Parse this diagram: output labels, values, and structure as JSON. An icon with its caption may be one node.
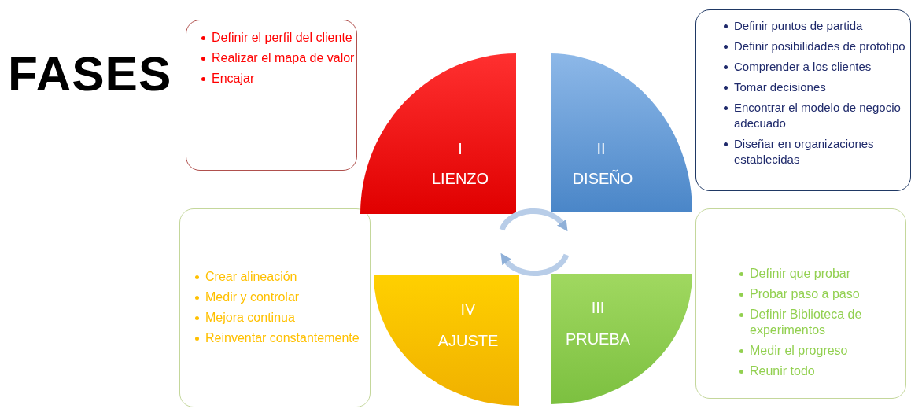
{
  "diagram": {
    "title": "FASES",
    "nodes": [
      {
        "text": [
          "Definir el perfil del cliente",
          "Realizar el mapa de valor",
          "Encajar"
        ]
      },
      {
        "text": [
          "I",
          "LIENZO"
        ]
      },
      {
        "text": [
          "II",
          "DISEÑO"
        ]
      },
      {
        "text": [
          "Definir puntos de partida",
          "Definir posibilidades de prototipo",
          "Comprender a los clientes",
          "Tomar decisiones",
          "Encontrar el modelo de negocio adecuado",
          "Diseñar en organizaciones establecidas"
        ]
      },
      {
        "text": [
          "Crear alineación",
          "Medir y controlar",
          "Mejora continua",
          "Reinventar constantemente"
        ]
      },
      {
        "text": [
          "IV",
          "AJUSTE"
        ]
      },
      {
        "text": [
          "III",
          "PRUEBA"
        ]
      },
      {
        "text": [
          "Definir que probar",
          "Probar paso a paso",
          "Definir Biblioteca de experimentos",
          "Medir el progreso",
          "Reunir todo"
        ]
      }
    ]
  }
}
